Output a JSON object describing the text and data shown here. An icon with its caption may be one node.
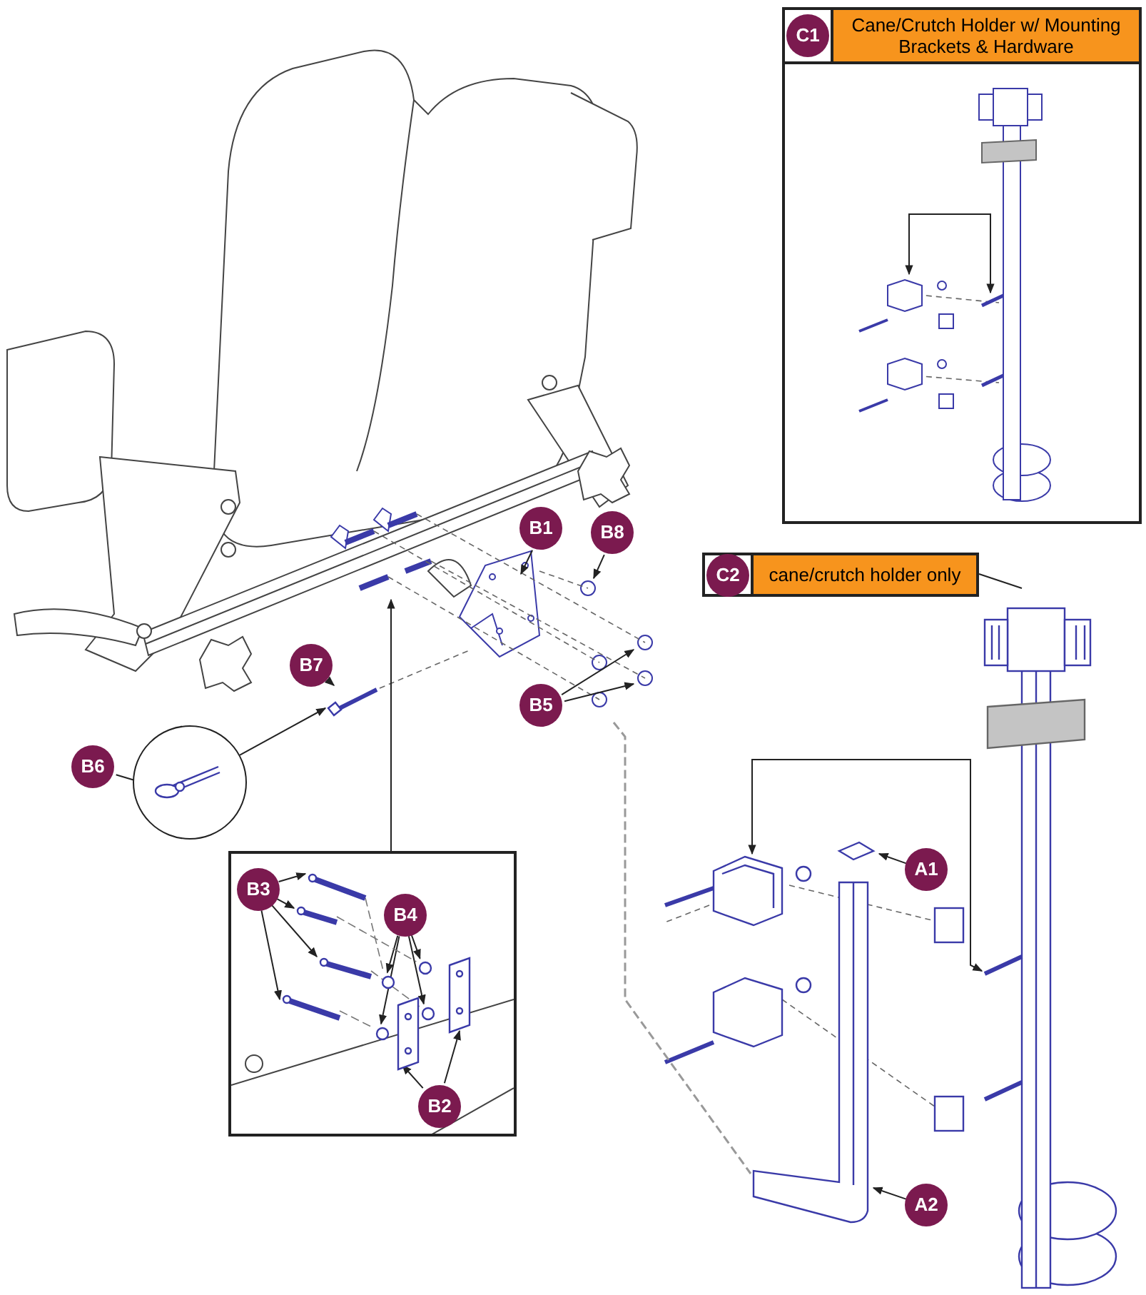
{
  "diagram": {
    "nodes": [
      {
        "text": [
          "C1",
          "Cane/Crutch Holder w/ Mounting Brackets & Hardware"
        ]
      },
      {
        "text": [
          "C2",
          "cane/crutch holder only"
        ]
      },
      {
        "text": [],
        "shape": "picture"
      },
      {
        "text": [
          "B1"
        ]
      },
      {
        "text": [
          "B8"
        ]
      },
      {
        "text": [
          "B7"
        ]
      },
      {
        "text": [
          "B5"
        ]
      },
      {
        "text": [
          "B6"
        ]
      },
      {
        "text": [],
        "shape": "circle"
      },
      {
        "text": [],
        "shape": "box"
      },
      {
        "text": [
          "B3"
        ],
        "in": 9
      },
      {
        "text": [
          "B4"
        ],
        "in": 9
      },
      {
        "text": [
          "B2"
        ],
        "in": 9
      },
      {
        "text": [
          "A1"
        ]
      },
      {
        "text": [
          "A2"
        ]
      },
      {
        "text": [],
        "shape": "picture",
        "in": 8
      },
      {
        "text": [],
        "shape": "picture"
      },
      {
        "text": [],
        "shape": "picture"
      },
      {
        "text": [],
        "shape": "picture"
      },
      {
        "text": [],
        "shape": "picture",
        "in": 9
      },
      {
        "text": [],
        "shape": "picture",
        "in": 9
      },
      {
        "text": [],
        "shape": "picture",
        "in": 9
      },
      {
        "text": [],
        "shape": "picture",
        "in": 9
      },
      {
        "text": [],
        "shape": "circle",
        "in": 9
      },
      {
        "text": [],
        "shape": "circle",
        "in": 9
      },
      {
        "text": [],
        "shape": "circle",
        "in": 9
      },
      {
        "text": [],
        "shape": "circle",
        "in": 9
      },
      {
        "text": [],
        "shape": "picture",
        "in": 9
      },
      {
        "text": [],
        "shape": "picture",
        "in": 9
      }
    ],
    "edges": [
      {
        "from": 1,
        "to": 2,
        "arrow": "none"
      },
      {
        "from": 3,
        "to": null,
        "arrow": "to"
      },
      {
        "from": 4,
        "to": null,
        "arrow": "to"
      },
      {
        "from": 5,
        "to": 16,
        "arrow": "to"
      },
      {
        "from": 6,
        "to": null,
        "arrow": "to"
      },
      {
        "from": 6,
        "to": null,
        "arrow": "to"
      },
      {
        "from": 7,
        "to": 15,
        "arrow": "to"
      },
      {
        "from": 8,
        "to": 16,
        "arrow": "to"
      },
      {
        "from": 9,
        "to": null,
        "arrow": "to"
      },
      {
        "from": 10,
        "to": 19,
        "arrow": "to"
      },
      {
        "from": 10,
        "to": 20,
        "arrow": "to"
      },
      {
        "from": 10,
        "to": 21,
        "arrow": "to"
      },
      {
        "from": 10,
        "to": 22,
        "arrow": "to"
      },
      {
        "from": 11,
        "to": 23,
        "arrow": "to"
      },
      {
        "from": 11,
        "to": 24,
        "arrow": "to"
      },
      {
        "from": 11,
        "to": 25,
        "arrow": "to"
      },
      {
        "from": 11,
        "to": 26,
        "arrow": "to"
      },
      {
        "from": 12,
        "to": 27,
        "arrow": "to"
      },
      {
        "from": 12,
        "to": 28,
        "arrow": "to"
      },
      {
        "from": 13,
        "to": null,
        "arrow": "to"
      },
      {
        "from": 14,
        "to": 18,
        "arrow": "to"
      },
      {
        "from": 17,
        "to": 2,
        "arrow": "both"
      },
      {
        "from": null,
        "to": 18,
        "arrow": "none",
        "style": "dashed",
        "color": "#999999"
      },
      {
        "from": 19,
        "to": 23,
        "arrow": "none",
        "style": "dashed",
        "color": "#777777"
      },
      {
        "from": 20,
        "to": 24,
        "arrow": "none",
        "style": "dashed",
        "color": "#777777"
      },
      {
        "from": 21,
        "to": 25,
        "arrow": "none",
        "style": "dashed",
        "color": "#777777"
      },
      {
        "from": 22,
        "to": 26,
        "arrow": "none",
        "style": "dashed",
        "color": "#777777"
      }
    ]
  }
}
